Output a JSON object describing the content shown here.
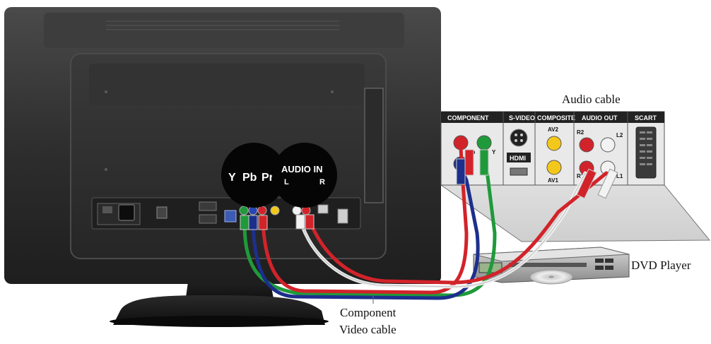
{
  "labels": {
    "audio_cable": "Audio cable",
    "dvd_player": "DVD Player",
    "component_line1": "Component",
    "component_line2": "Video cable"
  },
  "tv_callout": {
    "video_y": "Y",
    "video_pb": "Pb",
    "video_pr": "Pr",
    "audio_title": "AUDIO IN",
    "audio_l": "L",
    "audio_r": "R"
  },
  "dvd_panel": {
    "sections": [
      "COMPONENT",
      "S-VIDEO",
      "COMPOSITE",
      "AUDIO OUT",
      "SCART"
    ],
    "hdmi": "HDMI",
    "av2": "AV2",
    "av1": "AV1",
    "pb": "Pb",
    "y": "Y",
    "r2": "R2",
    "l2": "L2",
    "r1": "R1",
    "l1": "L1"
  },
  "colors": {
    "cable_green": "#1f9a3a",
    "cable_blue": "#1d2f8c",
    "cable_red": "#d2232a",
    "cable_white": "#f2f2f2",
    "composite_yellow": "#f3c81a"
  }
}
